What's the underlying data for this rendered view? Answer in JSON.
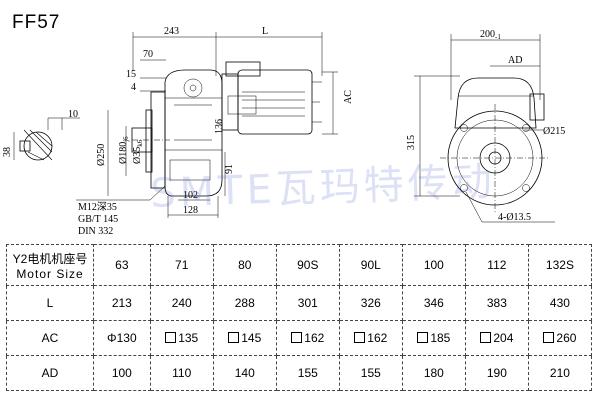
{
  "title": "FF57",
  "drawing": {
    "side_view": {
      "dims": {
        "d243": "243",
        "dL": "L",
        "d70": "70",
        "d15": "15",
        "d4": "4",
        "d10": "10",
        "d38": "38",
        "dAC": "AC",
        "d250": "Ø250",
        "d180": "Ø180",
        "d180_tol": "j6",
        "d35": "Ø35",
        "d35_tol": "k6",
        "d136": "136",
        "d91": "91",
        "d102": "102",
        "d128": "128"
      },
      "notes": [
        "M12深35",
        "GB/T 145",
        "DIN 332"
      ]
    },
    "end_view": {
      "dims": {
        "d200": "200",
        "d200_tol": "-1",
        "dAD": "AD",
        "d315": "315",
        "d215": "Ø215",
        "holes": "4-Ø13.5"
      }
    },
    "watermark": "SMTE瓦玛特传动"
  },
  "table": {
    "header_cn": "Y2电机机座号",
    "header_en": "Motor Size",
    "sizes": [
      "63",
      "71",
      "80",
      "90S",
      "90L",
      "100",
      "112",
      "132S"
    ],
    "rows": [
      {
        "label": "L",
        "values": [
          "213",
          "240",
          "288",
          "301",
          "326",
          "346",
          "383",
          "430"
        ]
      },
      {
        "label": "AC",
        "values": [
          "Φ130",
          "135",
          "145",
          "162",
          "162",
          "185",
          "204",
          "260"
        ],
        "markers": [
          "",
          "square",
          "square",
          "square",
          "square",
          "square",
          "square",
          "square"
        ]
      },
      {
        "label": "AD",
        "values": [
          "100",
          "110",
          "140",
          "155",
          "155",
          "180",
          "190",
          "210"
        ]
      }
    ]
  }
}
